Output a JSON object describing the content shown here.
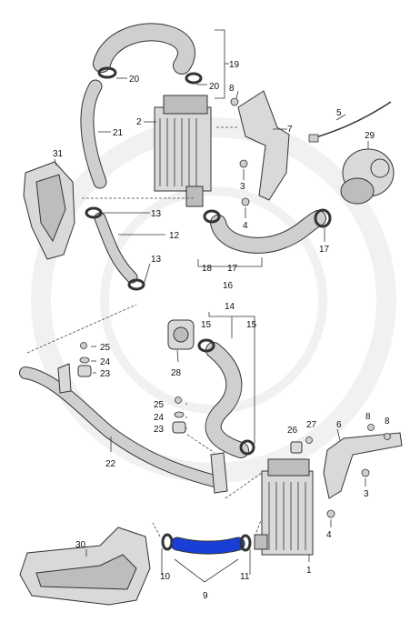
{
  "labels": [
    {
      "id": "19",
      "text": "19"
    },
    {
      "id": "20a",
      "text": "20"
    },
    {
      "id": "20b",
      "text": "20"
    },
    {
      "id": "8a",
      "text": "8"
    },
    {
      "id": "5",
      "text": "5"
    },
    {
      "id": "2",
      "text": "2"
    },
    {
      "id": "7",
      "text": "7"
    },
    {
      "id": "21",
      "text": "21"
    },
    {
      "id": "29",
      "text": "29"
    },
    {
      "id": "31",
      "text": "31"
    },
    {
      "id": "3a",
      "text": "3"
    },
    {
      "id": "13a",
      "text": "13"
    },
    {
      "id": "4a",
      "text": "4"
    },
    {
      "id": "12",
      "text": "12"
    },
    {
      "id": "17a",
      "text": "17"
    },
    {
      "id": "13b",
      "text": "13"
    },
    {
      "id": "18",
      "text": "18"
    },
    {
      "id": "17b",
      "text": "17"
    },
    {
      "id": "16",
      "text": "16"
    },
    {
      "id": "14",
      "text": "14"
    },
    {
      "id": "15a",
      "text": "15"
    },
    {
      "id": "15b",
      "text": "15"
    },
    {
      "id": "25a",
      "text": "25"
    },
    {
      "id": "24a",
      "text": "24"
    },
    {
      "id": "23a",
      "text": "23"
    },
    {
      "id": "28",
      "text": "28"
    },
    {
      "id": "25b",
      "text": "25"
    },
    {
      "id": "24b",
      "text": "24"
    },
    {
      "id": "23b",
      "text": "23"
    },
    {
      "id": "26",
      "text": "26"
    },
    {
      "id": "27",
      "text": "27"
    },
    {
      "id": "6",
      "text": "6"
    },
    {
      "id": "8b",
      "text": "8"
    },
    {
      "id": "8c",
      "text": "8"
    },
    {
      "id": "22",
      "text": "22"
    },
    {
      "id": "3b",
      "text": "3"
    },
    {
      "id": "4b",
      "text": "4"
    },
    {
      "id": "30",
      "text": "30"
    },
    {
      "id": "1",
      "text": "1"
    },
    {
      "id": "10",
      "text": "10"
    },
    {
      "id": "11",
      "text": "11"
    },
    {
      "id": "9",
      "text": "9"
    }
  ],
  "colors": {
    "highlight": "#1a3fd6",
    "line": "#333333",
    "part_fill": "#d9d9d9"
  }
}
